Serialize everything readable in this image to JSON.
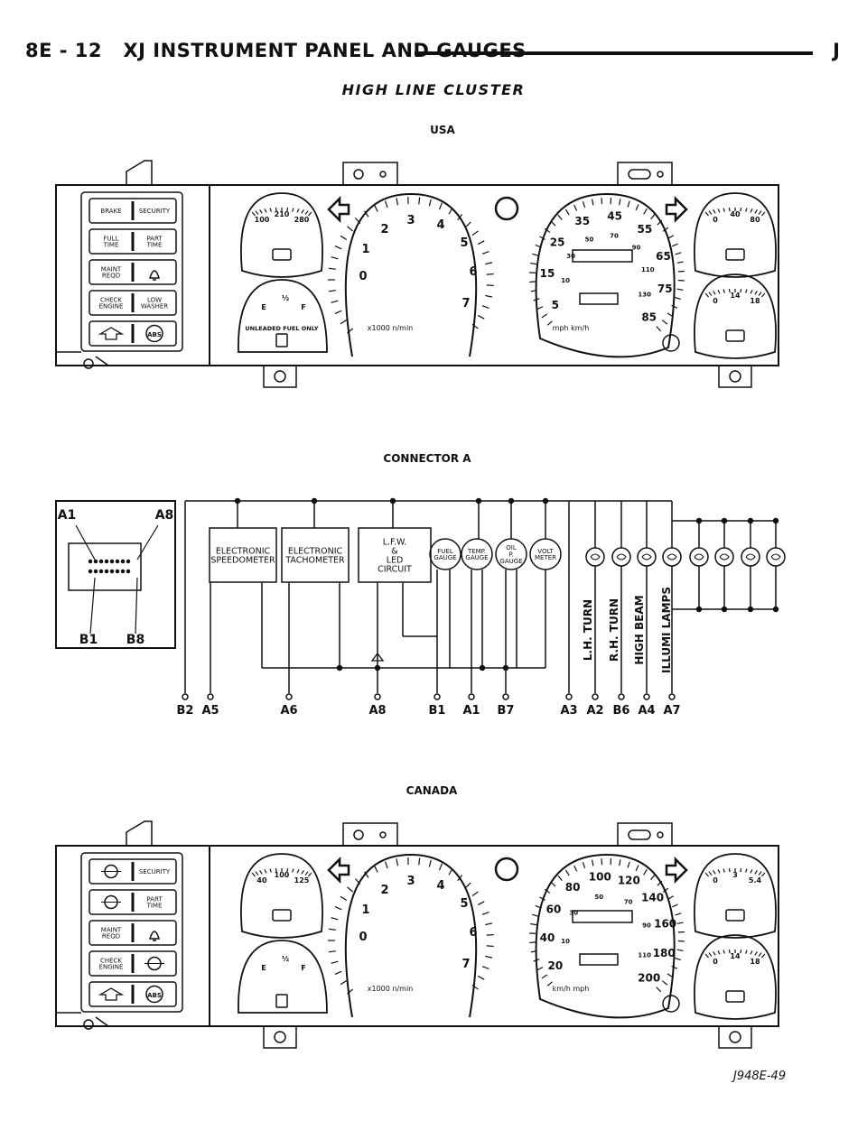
{
  "header": {
    "page_ref": "8E - 12",
    "title": "XJ INSTRUMENT PANEL AND GAUGES",
    "edition": "J"
  },
  "subtitle": "HIGH LINE CLUSTER",
  "usa": {
    "section_label": "USA",
    "lamp_rows": [
      [
        "BRAKE",
        "SECURITY"
      ],
      [
        "FULL TIME",
        "PART TIME"
      ],
      [
        "MAINT REQD",
        ""
      ],
      [
        "CHECK ENGINE",
        "LOW WASHER"
      ],
      [
        "",
        "ABS"
      ]
    ],
    "temp_gauge_ticks": [
      "100",
      "210",
      "280"
    ],
    "fuel_gauge": {
      "empty": "E",
      "half": "½",
      "full": "F",
      "caption": "UNLEADED FUEL ONLY"
    },
    "tachometer": {
      "numbers": [
        "0",
        "1",
        "2",
        "3",
        "4",
        "5",
        "6",
        "7"
      ],
      "unit": "x1000 n/min"
    },
    "speedometer": {
      "mph": [
        "5",
        "15",
        "25",
        "35",
        "45",
        "55",
        "65",
        "75",
        "85"
      ],
      "kmh": [
        "10",
        "30",
        "50",
        "70",
        "90",
        "110",
        "130"
      ],
      "unit": "mph km/h"
    },
    "oil_gauge_ticks": [
      "0",
      "40",
      "80"
    ],
    "volt_gauge_ticks": [
      "0",
      "14",
      "18"
    ]
  },
  "connector": {
    "section_label": "CONNECTOR A",
    "pin_labels": [
      "A1",
      "A8",
      "B1",
      "B8"
    ],
    "modules": [
      "ELECTRONIC SPEEDOMETER",
      "ELECTRONIC TACHOMETER",
      "L.F.W. & LED CIRCUIT"
    ],
    "gauges": [
      "FUEL GAUGE",
      "TEMP. GAUGE",
      "OIL P. GAUGE",
      "VOLT METER"
    ],
    "lamp_labels": [
      "L.H. TURN",
      "R.H. TURN",
      "HIGH BEAM",
      "ILLUMI LAMPS"
    ],
    "terminals": [
      "B2",
      "A5",
      "A6",
      "A8",
      "B1",
      "A1",
      "B7",
      "A3",
      "A2",
      "B6",
      "A4",
      "A7"
    ]
  },
  "canada": {
    "section_label": "CANADA",
    "lamp_rows": [
      [
        "",
        "SECURITY"
      ],
      [
        "",
        "PART TIME"
      ],
      [
        "MAINT REQD",
        ""
      ],
      [
        "CHECK ENGINE",
        ""
      ],
      [
        "",
        "ABS"
      ]
    ],
    "temp_gauge_ticks": [
      "40",
      "100",
      "125"
    ],
    "fuel_gauge": {
      "empty": "E",
      "half": "½",
      "full": "F"
    },
    "tachometer": {
      "numbers": [
        "0",
        "1",
        "2",
        "3",
        "4",
        "5",
        "6",
        "7"
      ],
      "unit": "x1000 n/min"
    },
    "speedometer": {
      "kmh": [
        "20",
        "40",
        "60",
        "80",
        "100",
        "120",
        "140",
        "160",
        "180",
        "200"
      ],
      "mph": [
        "10",
        "30",
        "50",
        "70",
        "90",
        "110"
      ],
      "unit": "km/h mph"
    },
    "oil_gauge_ticks": [
      "0",
      "3",
      "5.4"
    ],
    "volt_gauge_ticks": [
      "0",
      "14",
      "18"
    ]
  },
  "figure_code": "J948E-49"
}
